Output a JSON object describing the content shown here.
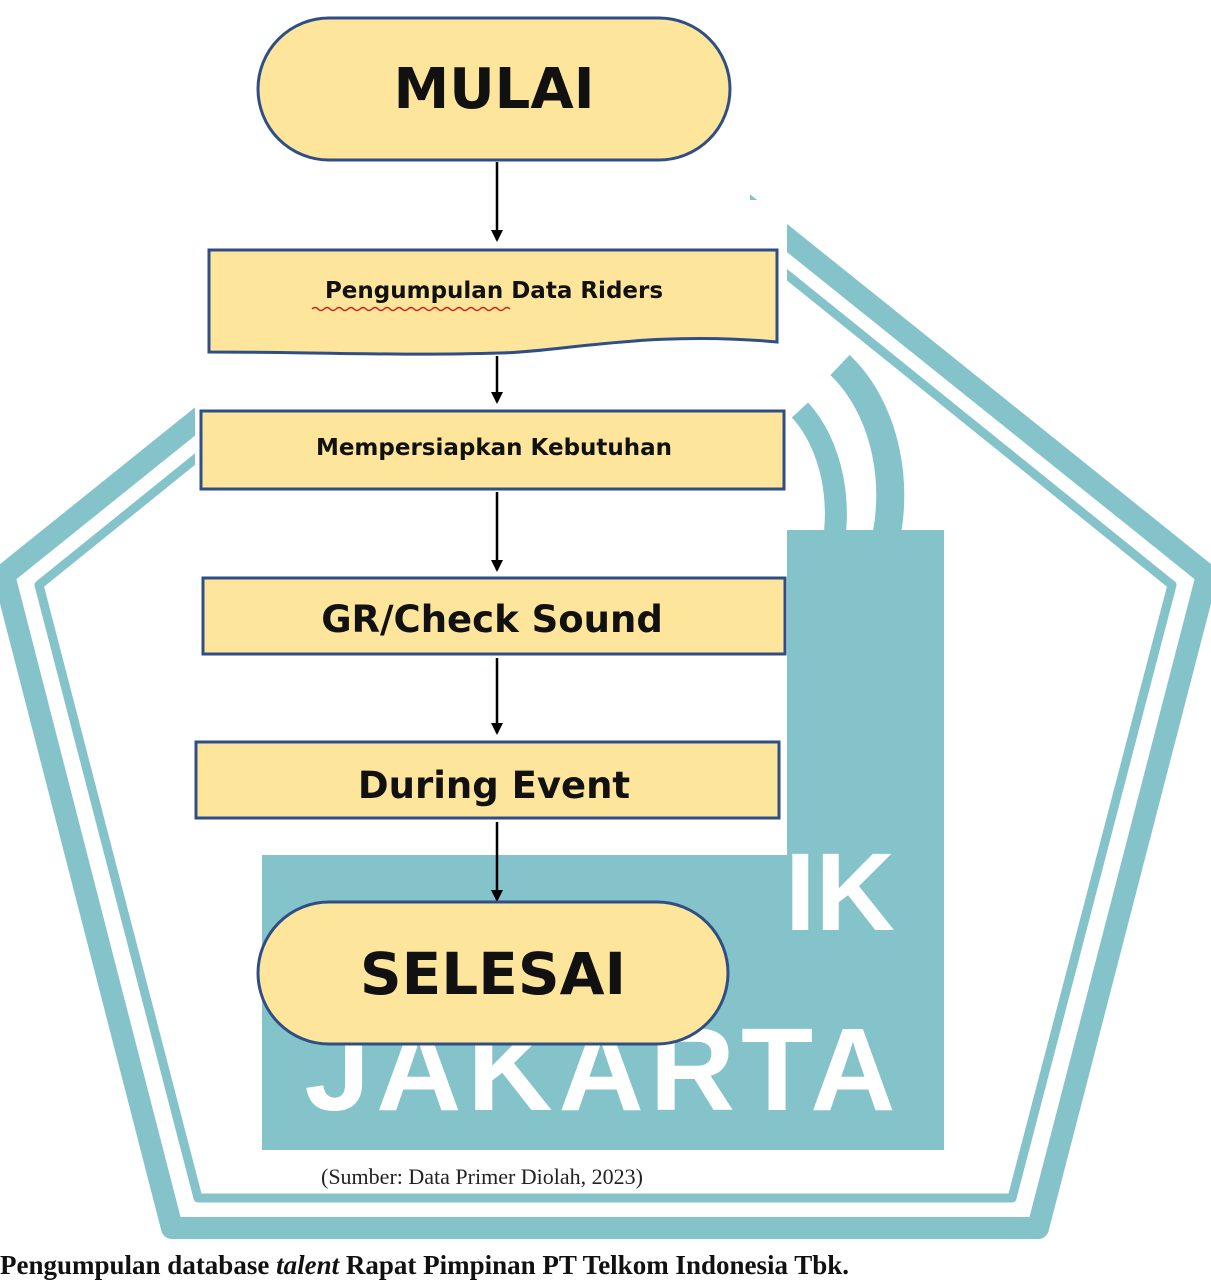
{
  "flowchart": {
    "start": "MULAI",
    "steps": [
      "Pengumpulan Data Riders",
      "Mempersiapkan Kebutuhan",
      "GR/Check Sound",
      "During Event"
    ],
    "end": "SELESAI"
  },
  "watermark": {
    "text_fragment": "IK",
    "city": "JAKARTA",
    "color": "#84c3c9"
  },
  "source_note": "(Sumber: Data Primer Diolah, 2023)",
  "caption": {
    "part1": "Pengumpulan database ",
    "italic": "talent",
    "part2": " Rapat Pimpinan PT Telkom Indonesia Tbk."
  },
  "colors": {
    "box_fill": "#fde59b",
    "box_stroke": "#2f4e86",
    "arrow": "#000000"
  }
}
